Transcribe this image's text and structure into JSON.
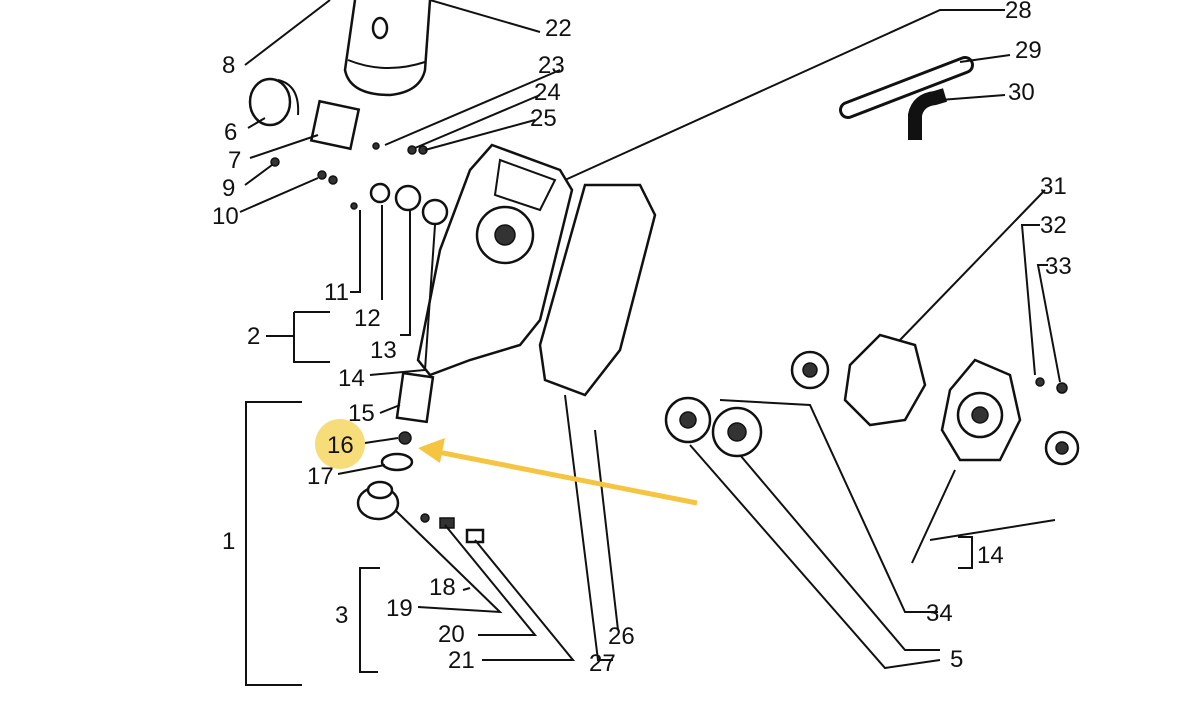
{
  "diagram": {
    "highlight_color": "#f7dc7a",
    "arrow_color": "#f5c542",
    "highlighted_label": "16",
    "labels": {
      "l1": "1",
      "l2": "2",
      "l3": "3",
      "l5": "5",
      "l6": "6",
      "l7": "7",
      "l8": "8",
      "l9": "9",
      "l10": "10",
      "l11": "11",
      "l12": "12",
      "l13": "13",
      "l14": "14",
      "l15": "15",
      "l16": "16",
      "l17": "17",
      "l18": "18",
      "l19": "19",
      "l20": "20",
      "l21": "21",
      "l22": "22",
      "l23": "23",
      "l24": "24",
      "l25": "25",
      "l26": "26",
      "l27": "27",
      "l28": "28",
      "l29": "29",
      "l30": "30",
      "l31": "31",
      "l32": "32",
      "l33": "33",
      "l34": "34",
      "l14b": "14"
    }
  }
}
